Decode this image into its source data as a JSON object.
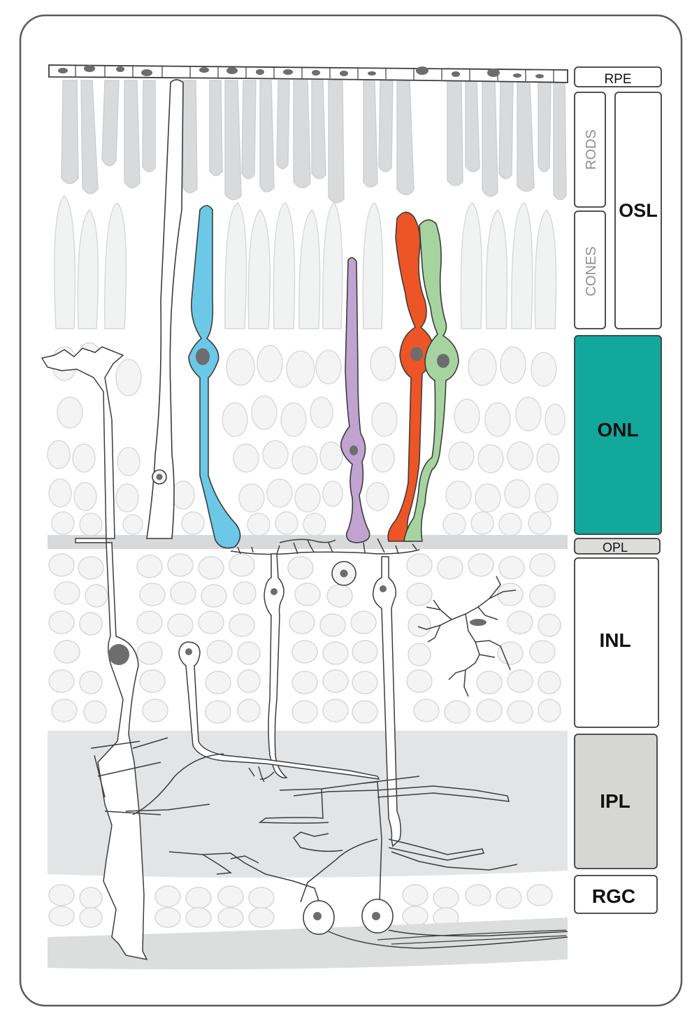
{
  "layers": {
    "rpe": "RPE",
    "rods": "RODS",
    "cones": "CONES",
    "osl": "OSL",
    "onl": "ONL",
    "opl": "OPL",
    "inl": "INL",
    "ipl": "IPL",
    "rgc": "RGC"
  },
  "colors": {
    "frame_stroke": "#5a5a5a",
    "cell_stroke": "#3c3c3c",
    "nucleus": "#6d6d6d",
    "layer_fill_light": "#e4e5e6",
    "layer_fill_mid": "#d5d6d7",
    "onl_accent": "#12a89b",
    "opl_box": "#dcdcdb",
    "ipl_box": "#d6d6d4",
    "cell_blue": "#6bc8e6",
    "cell_purple": "#c1a3d1",
    "cell_red": "#ee5526",
    "cell_green": "#a6d49f"
  }
}
